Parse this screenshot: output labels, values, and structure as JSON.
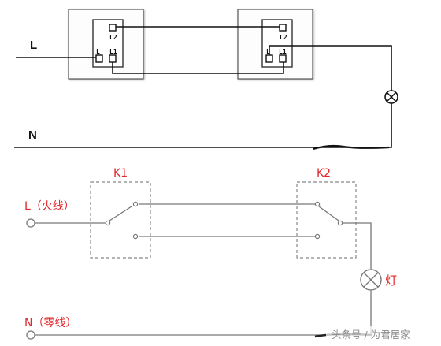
{
  "top": {
    "line_live": "L",
    "line_neutral": "N",
    "switch1": {
      "terminal_l2": "L2",
      "terminal_l": "L",
      "terminal_l1": "L1"
    },
    "switch2": {
      "terminal_l2": "L2",
      "terminal_l": "L",
      "terminal_l1": "L1"
    }
  },
  "bottom": {
    "live_label": "L（火线）",
    "neutral_label": "N（零线）",
    "k1_label": "K1",
    "k2_label": "K2",
    "lamp_label": "灯"
  },
  "watermark": "头条号 / 为君居家",
  "colors": {
    "wire": "#111111",
    "label_red": "#e0262a",
    "dashed_box": "#888888",
    "wire_bottom": "#777777"
  }
}
